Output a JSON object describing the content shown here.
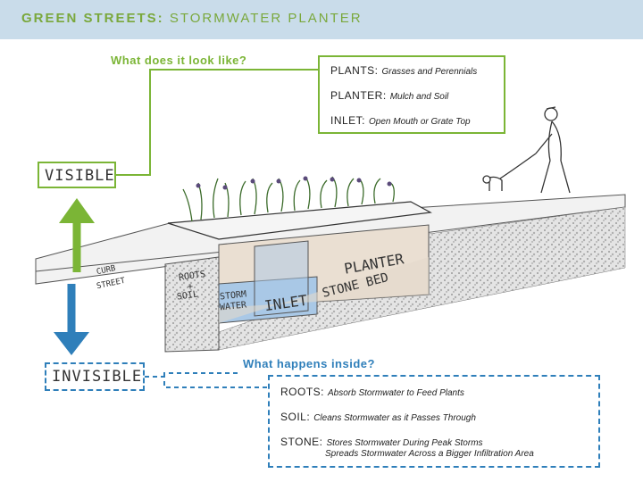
{
  "header": {
    "title_bold": "GREEN STREETS:",
    "title_rest": " STORMWATER PLANTER"
  },
  "visible_section": {
    "question": "What does it look like?",
    "label": "VISIBLE",
    "items": [
      {
        "key": "PLANTS:",
        "value": "Grasses and Perennials"
      },
      {
        "key": "PLANTER:",
        "value": "Mulch and Soil"
      },
      {
        "key": "INLET:",
        "value": "Open Mouth or Grate Top"
      }
    ]
  },
  "invisible_section": {
    "question": "What happens inside?",
    "label": "INVISIBLE",
    "items": [
      {
        "key": "ROOTS:",
        "value": "Absorb Stormwater to Feed Plants"
      },
      {
        "key": "SOIL:",
        "value": "Cleans Stormwater as it Passes Through"
      },
      {
        "key": "STONE:",
        "value": "Stores Stormwater During Peak Storms",
        "value2": "Spreads Stormwater Across a Bigger Infiltration Area"
      }
    ]
  },
  "sketch_labels": {
    "curb": "CURB",
    "street": "STREET",
    "roots": "ROOTS",
    "plus": "+",
    "soil": "SOIL",
    "storm": "STORM",
    "water": "WATER",
    "inlet": "INLET",
    "planter": "PLANTER",
    "stone_bed": "STONE BED"
  },
  "colors": {
    "green": "#7bb536",
    "blue": "#2f7fba",
    "header_bg": "#c9dcea",
    "water": "#a9c8e6",
    "soil": "#eadfd2",
    "stone": "#d8d8d8"
  }
}
